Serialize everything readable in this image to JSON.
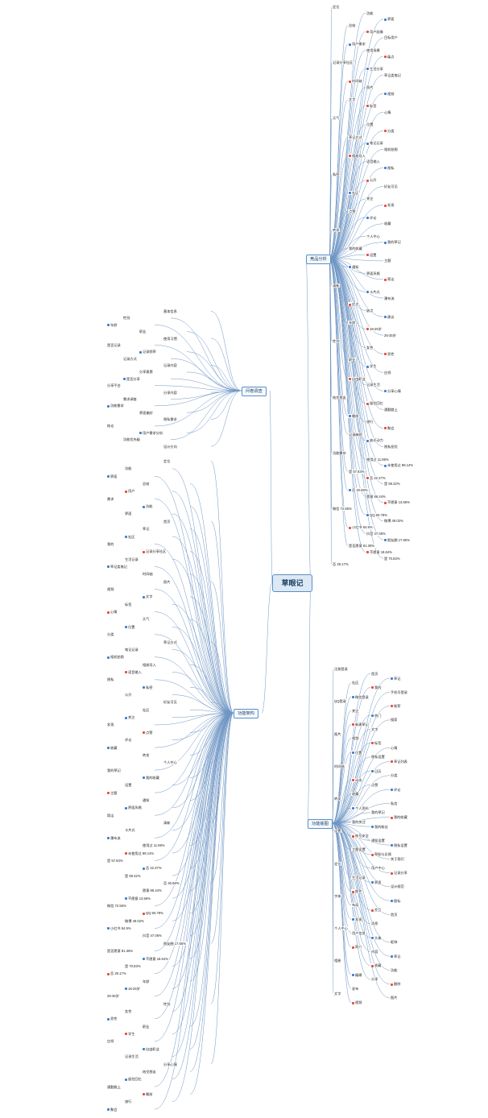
{
  "root": "草眼记",
  "branches": {
    "jingpin": "竞品分析",
    "gongneng": "功能版图",
    "wenjuan": "问卷调查",
    "gongneng_jiagou": "功能架构"
  },
  "jingpin_items": [
    "定位",
    "功能",
    "界面",
    "总结",
    "用户画像",
    "目标用户",
    "用户需求",
    "使用场景",
    "痛点",
    "记录分享社区",
    "生活分享",
    "草记类笔记",
    "时间轴",
    "照片",
    "视频",
    "文字",
    "标签",
    "心情",
    "天气",
    "位置",
    "分类",
    "草记方式",
    "笔记记录",
    "相机拍照",
    "相册导入",
    "语音输入",
    "隐私",
    "私密",
    "公开",
    "好友可见",
    "社区",
    "关注",
    "发现",
    "点赞",
    "评论",
    "收藏",
    "转发",
    "个人中心",
    "我的草记",
    "我的收藏",
    "设置",
    "主题",
    "通知",
    "界面风格",
    "简洁",
    "清新",
    "卡片式",
    "瀑布流",
    "优点",
    "缺点",
    "建议",
    "年龄",
    "18-25岁",
    "26-35岁",
    "性别",
    "女性",
    "男性",
    "职业",
    "学生",
    "白领",
    "自由职业",
    "记录生活",
    "分享心情",
    "结交朋友",
    "留住回忆",
    "通勤路上",
    "睡前",
    "旅行",
    "聚会",
    "记录麻烦",
    "缺乏动力",
    "隐私担忧",
    "功能繁杂",
    "使用过 11.86%",
    "未使用过 88.14%",
    "是 57.63%",
    "否 42.37%",
    "是 59.32%",
    "否 40.68%",
    "愿意 86.44%",
    "不愿意 13.56%",
    "微信 72.55%",
    "QQ 60.78%",
    "微博 49.02%",
    "小红书 54.9%",
    "抖音 47.06%",
    "朋友圈 17.65%",
    "是否愿意 81.36%",
    "不愿意 18.64%",
    "是 70.83%",
    "否 29.17%"
  ],
  "gongneng_items": [
    "注册登录",
    "首页",
    "草记",
    "社区",
    "我的",
    "手机号登录",
    "微信登录",
    "QQ登录",
    "推荐",
    "关注",
    "热门",
    "搜索",
    "新建草记",
    "文字",
    "图片",
    "视频",
    "标签",
    "心情",
    "位置",
    "隐私设置",
    "草记列表",
    "时间轴",
    "日历",
    "分类",
    "动态",
    "点赞",
    "评论",
    "收藏",
    "转发",
    "私信",
    "个人资料",
    "我的草记",
    "我的收藏",
    "我的关注",
    "我的粉丝",
    "设置",
    "账号安全",
    "通知设置",
    "隐私设置",
    "主题设置",
    "帮助与反馈",
    "关于我们",
    "定位",
    "用户中心",
    "记录分享",
    "生活记录",
    "界面",
    "设计规范",
    "颜色",
    "字体",
    "图标",
    "布局",
    "交互",
    "首页",
    "发现",
    "消息",
    "个人中心",
    "用户信息",
    "头像",
    "昵称",
    "简介",
    "内容",
    "草记",
    "相册",
    "收藏",
    "功能",
    "编辑",
    "分享",
    "删除",
    "发布",
    "文字",
    "图片",
    "视频"
  ],
  "wenjuan_items": [
    "基本信息",
    "性别",
    "年龄",
    "职业",
    "使用习惯",
    "是否记录",
    "记录频率",
    "记录方式",
    "记录内容",
    "分享意愿",
    "是否分享",
    "分享平台",
    "分享内容",
    "需求调查",
    "功能需求",
    "界面偏好",
    "隐私需求",
    "结论",
    "用户需求分析",
    "功能优先级",
    "设计方向"
  ],
  "jiagou_items": [
    "定位",
    "功能",
    "界面",
    "总结",
    "用户",
    "需求",
    "功能",
    "界面",
    "首页",
    "草记",
    "社区",
    "我的",
    "记录分享社区",
    "生活记录",
    "草记类笔记",
    "时间轴",
    "照片",
    "视频",
    "文字",
    "标签",
    "心情",
    "天气",
    "位置",
    "分类",
    "草记方式",
    "笔记记录",
    "相机拍照",
    "相册导入",
    "语音输入",
    "隐私",
    "私密",
    "公开",
    "好友可见",
    "社区",
    "关注",
    "发现",
    "点赞",
    "评论",
    "收藏",
    "转发",
    "个人中心",
    "我的草记",
    "我的收藏",
    "设置",
    "主题",
    "通知",
    "界面风格",
    "简洁",
    "清新",
    "卡片式",
    "瀑布流",
    "使用过 11.86%",
    "未使用过 88.14%",
    "是 57.63%",
    "否 42.37%",
    "是 59.32%",
    "否 40.68%",
    "愿意 86.44%",
    "不愿意 13.56%",
    "微信 72.55%",
    "QQ 60.78%",
    "微博 49.02%",
    "小红书 54.9%",
    "抖音 47.06%",
    "朋友圈 17.65%",
    "是否愿意 81.36%",
    "不愿意 18.64%",
    "是 70.83%",
    "否 29.17%",
    "年龄",
    "18-25岁",
    "26-35岁",
    "性别",
    "女性",
    "男性",
    "职业",
    "学生",
    "白领",
    "自由职业",
    "记录生活",
    "分享心情",
    "结交朋友",
    "留住回忆",
    "通勤路上",
    "睡前",
    "旅行",
    "聚会"
  ],
  "colors": {
    "line": "#6e95c4",
    "root_fill": "#dce9f5",
    "node_border": "#5b8fc7",
    "marker_red": "#e74c3c",
    "marker_orange": "#f39c12",
    "marker_blue": "#3c7fd1",
    "marker_green": "#27ae60"
  }
}
